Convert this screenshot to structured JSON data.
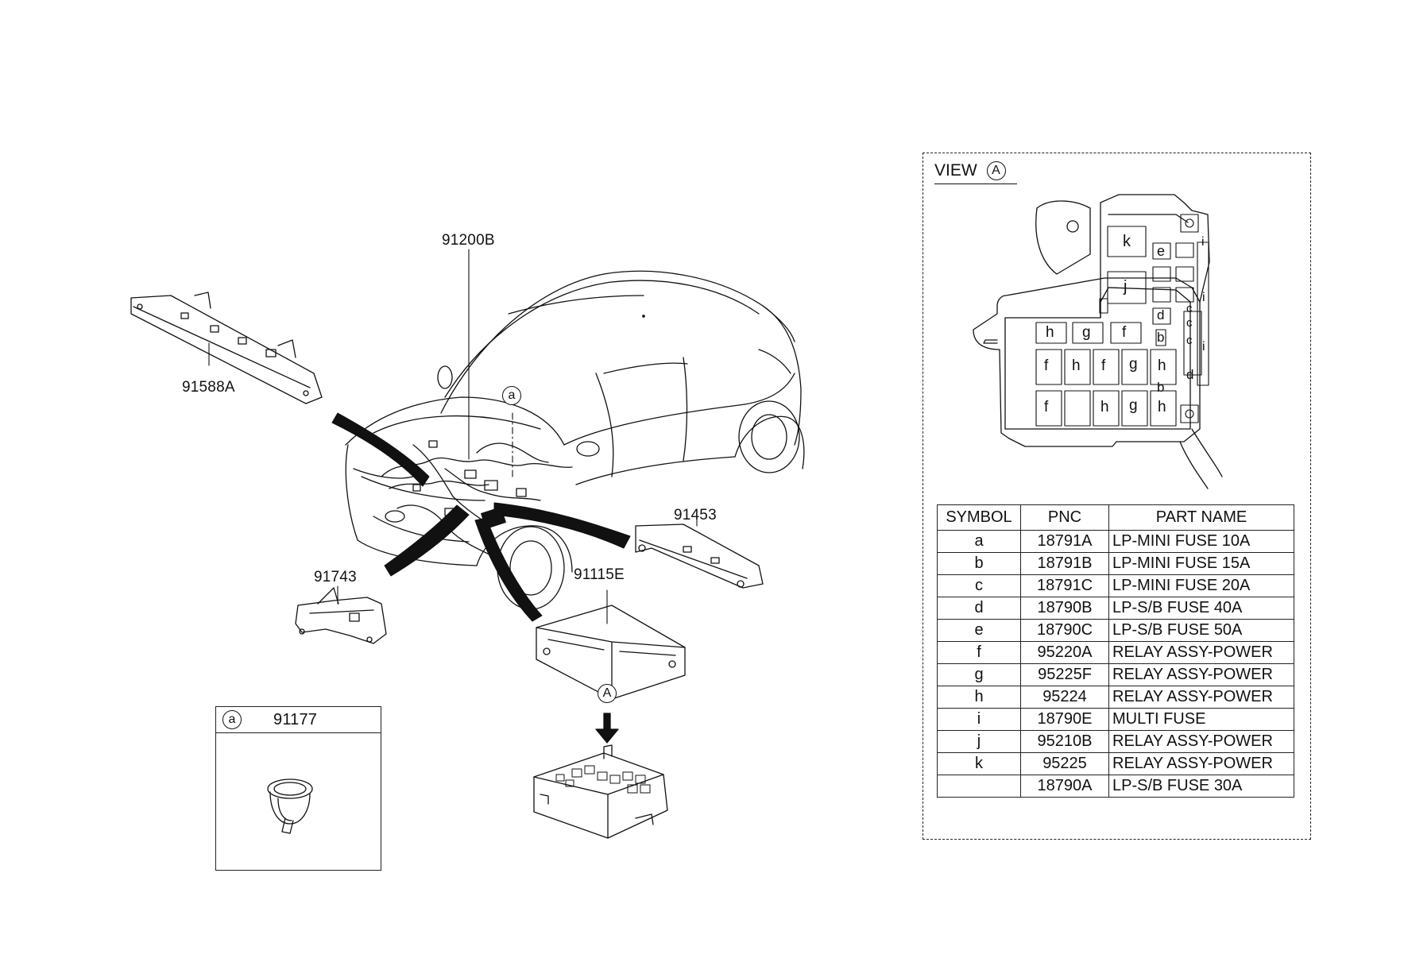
{
  "callouts": {
    "harness_label": "91200B",
    "bracket_label": "91588A",
    "side_bracket_label": "91453",
    "lower_bracket_label": "91743",
    "cover_label": "91115E",
    "symbol_a": "a",
    "view_marker": "A"
  },
  "inset": {
    "symbol": "a",
    "part_number": "91177"
  },
  "view": {
    "title": "VIEW",
    "marker": "A",
    "fuse_box_letters": [
      "k",
      "e",
      "j",
      "i",
      "i",
      "d",
      "c",
      "c",
      "b",
      "d",
      "h",
      "g",
      "f",
      "f",
      "h",
      "f",
      "g",
      "h",
      "f",
      "h",
      "g",
      "h",
      "b",
      "c",
      "i"
    ]
  },
  "table": {
    "headers": [
      "SYMBOL",
      "PNC",
      "PART NAME"
    ],
    "rows": [
      {
        "symbol": "a",
        "pnc": "18791A",
        "name": "LP-MINI FUSE 10A"
      },
      {
        "symbol": "b",
        "pnc": "18791B",
        "name": "LP-MINI FUSE 15A"
      },
      {
        "symbol": "c",
        "pnc": "18791C",
        "name": "LP-MINI FUSE 20A"
      },
      {
        "symbol": "d",
        "pnc": "18790B",
        "name": "LP-S/B FUSE 40A"
      },
      {
        "symbol": "e",
        "pnc": "18790C",
        "name": "LP-S/B FUSE 50A"
      },
      {
        "symbol": "f",
        "pnc": "95220A",
        "name": "RELAY ASSY-POWER"
      },
      {
        "symbol": "g",
        "pnc": "95225F",
        "name": "RELAY ASSY-POWER"
      },
      {
        "symbol": "h",
        "pnc": "95224",
        "name": "RELAY ASSY-POWER"
      },
      {
        "symbol": "i",
        "pnc": "18790E",
        "name": "MULTI FUSE"
      },
      {
        "symbol": "j",
        "pnc": "95210B",
        "name": "RELAY ASSY-POWER"
      },
      {
        "symbol": "k",
        "pnc": "95225",
        "name": "RELAY ASSY-POWER"
      },
      {
        "symbol": "",
        "pnc": "18790A",
        "name": "LP-S/B FUSE 30A"
      }
    ]
  }
}
